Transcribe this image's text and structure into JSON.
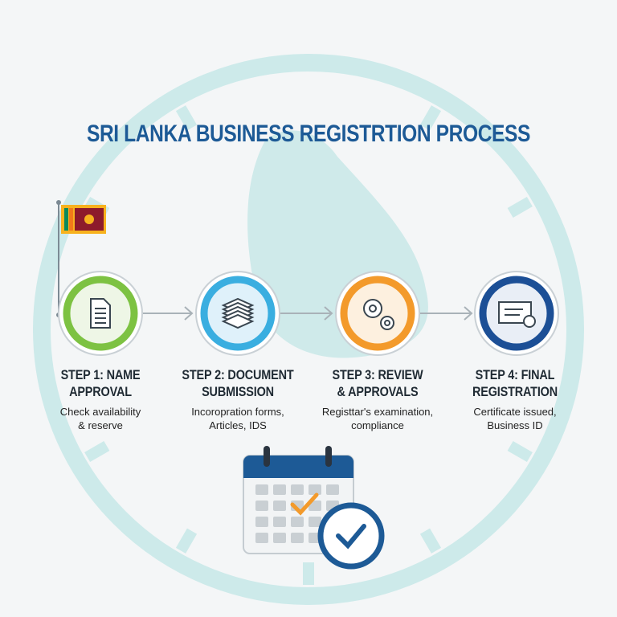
{
  "title": "SRI LANKA BUSINESS REGISTRTION PROCESS",
  "colors": {
    "title": "#1d5a96",
    "ring": "#cdeaea",
    "step1": "#7dc242",
    "step2": "#3aaee0",
    "step3": "#f39a2b",
    "step4": "#1c4f96"
  },
  "steps": [
    {
      "title_line1": "STEP 1: NAME",
      "title_line2": "APPROVAL",
      "desc_line1": "Check availability",
      "desc_line2": "& reserve",
      "icon": "document-icon"
    },
    {
      "title_line1": "STEP 2: DOCUMENT",
      "title_line2": "SUBMISSION",
      "desc_line1": "Incoropration forms,",
      "desc_line2": "Articles, IDS",
      "icon": "stacked-papers-icon"
    },
    {
      "title_line1": "STEP 3: REVIEW",
      "title_line2": "& APPROVALS",
      "desc_line1": "Registtar's examination,",
      "desc_line2": "compliance",
      "icon": "gears-icon"
    },
    {
      "title_line1": "STEP 4: FINAL",
      "title_line2": "REGISTRATION",
      "desc_line1": "Certificate issued,",
      "desc_line2": "Business ID",
      "icon": "certificate-icon"
    }
  ]
}
